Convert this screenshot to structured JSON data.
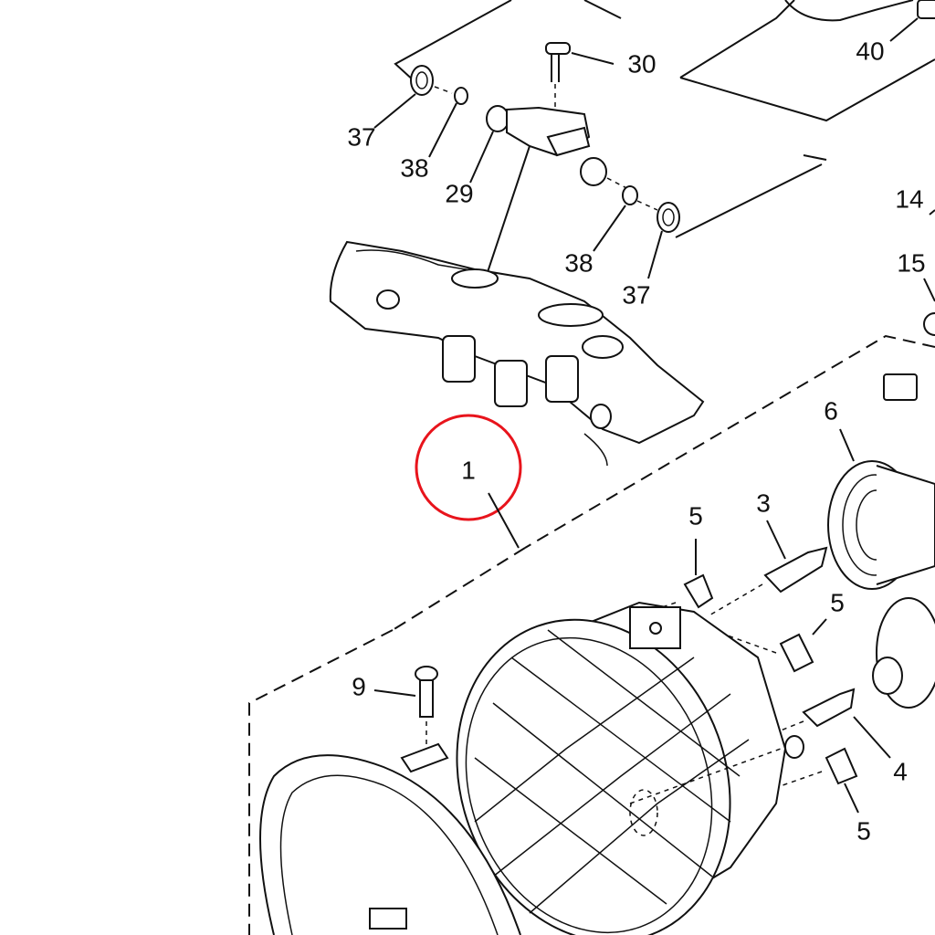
{
  "diagram": {
    "highlight_color": "#e8141c",
    "highlighted_part": "1",
    "callouts": {
      "c30": "30",
      "c40": "40",
      "c37a": "37",
      "c38a": "38",
      "c29": "29",
      "c14": "14",
      "c15": "15",
      "c38b": "38",
      "c37b": "37",
      "c6": "6",
      "c1": "1",
      "c5a": "5",
      "c3": "3",
      "c5b": "5",
      "c9": "9",
      "c4": "4",
      "c5c": "5"
    }
  }
}
